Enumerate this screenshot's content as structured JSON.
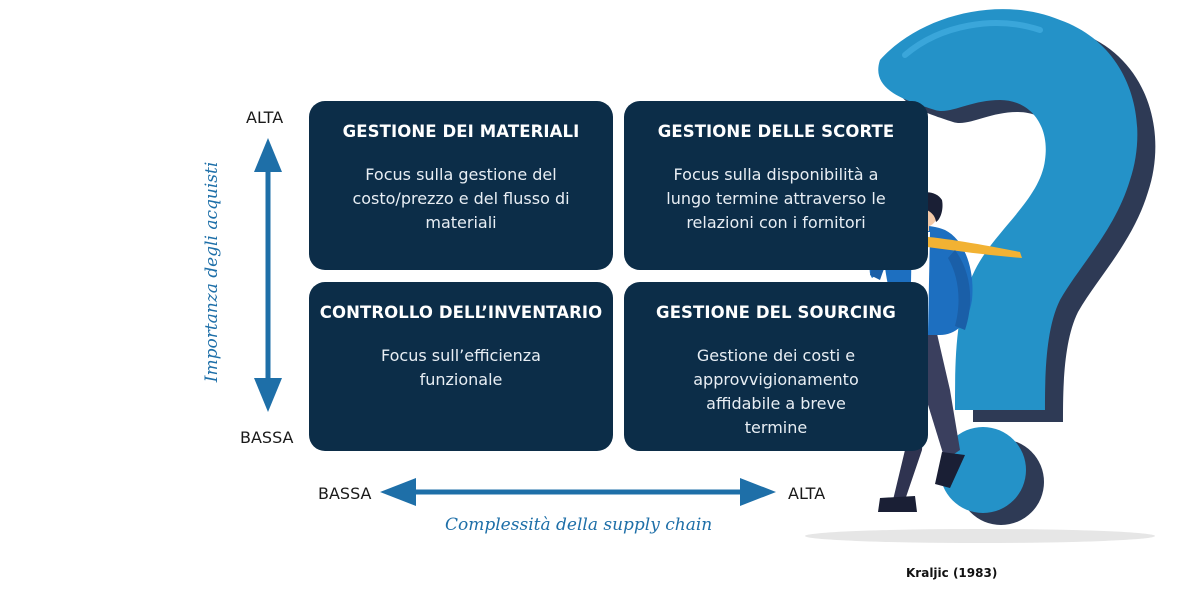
{
  "matrix": {
    "quadrants": [
      {
        "title": "GESTIONE DEI MATERIALI",
        "description": "Focus sulla gestione del costo/prezzo e del flusso di materiali"
      },
      {
        "title": "GESTIONE DELLE SCORTE",
        "description": "Focus sulla disponibilità a lungo termine attraverso le relazioni con i fornitori"
      },
      {
        "title": "CONTROLLO DELL’INVENTARIO",
        "description": "Focus sull’efficienza funzionale"
      },
      {
        "title": "GESTIONE DEL SOURCING",
        "description": "Gestione dei costi e approvvigionamento affidabile a breve termine"
      }
    ]
  },
  "y_axis": {
    "title": "Importanza degli acquisti",
    "high": "ALTA",
    "low": "BASSA"
  },
  "x_axis": {
    "title": "Complessità della supply chain",
    "low": "BASSA",
    "high": "ALTA"
  },
  "source": "Kraljic (1983)",
  "colors": {
    "box": "#0c2d48",
    "arrow": "#1e6fa8",
    "question_mark": "#2492c8",
    "question_mark_shadow": "#2e3a55"
  },
  "icons": [
    "question-mark-illustration",
    "thinking-businessman-illustration"
  ]
}
